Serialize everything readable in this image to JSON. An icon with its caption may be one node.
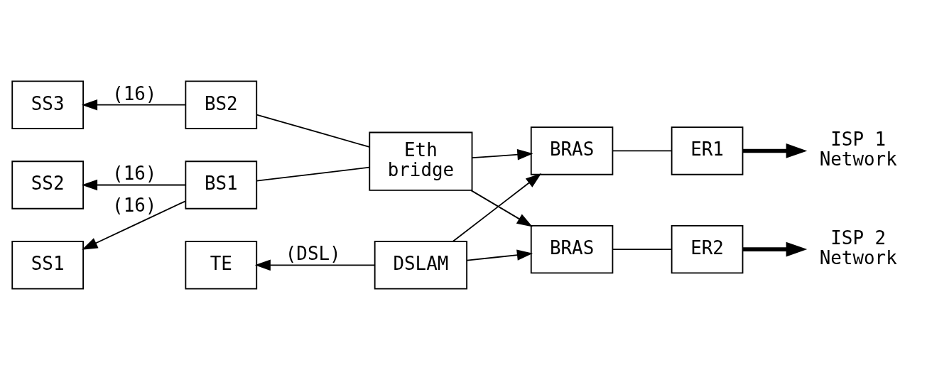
{
  "diagram": {
    "nodes": [
      {
        "text": [
          "SS1"
        ]
      },
      {
        "text": [
          "SS2"
        ]
      },
      {
        "text": [
          "BS1"
        ]
      },
      {
        "text": [
          "Eth",
          "bridge"
        ]
      },
      {
        "text": [
          "BRAS"
        ]
      },
      {
        "text": [
          "ER1"
        ]
      },
      {
        "text": [
          "Network"
        ],
        "beside": [
          "ISP 1"
        ]
      },
      {
        "text": [
          "BRAS"
        ]
      },
      {
        "text": [
          "ER2"
        ]
      },
      {
        "text": [
          "Network"
        ],
        "beside": [
          "ISP 2"
        ]
      },
      {
        "text": [
          "SS3"
        ]
      },
      {
        "text": [
          "BS2"
        ]
      },
      {
        "text": [
          "TE"
        ]
      },
      {
        "text": [
          "DSLAM"
        ]
      }
    ],
    "edges": [
      {
        "from": 2,
        "to": 0,
        "arrow": "to",
        "label": "(16)"
      },
      {
        "from": 2,
        "to": 1,
        "arrow": "to",
        "label": "(16)"
      },
      {
        "from": 2,
        "to": 3,
        "arrow": "none"
      },
      {
        "from": 3,
        "to": 4,
        "arrow": "to"
      },
      {
        "from": 3,
        "to": 7,
        "arrow": "to"
      },
      {
        "from": 4,
        "to": 5,
        "arrow": "none"
      },
      {
        "from": 5,
        "to": 6,
        "arrow": "to",
        "style": "thick"
      },
      {
        "from": 7,
        "to": 8,
        "arrow": "none"
      },
      {
        "from": 8,
        "to": 9,
        "arrow": "to",
        "style": "thick"
      },
      {
        "from": 11,
        "to": 10,
        "arrow": "to",
        "label": "(16)"
      },
      {
        "from": 11,
        "to": 3,
        "arrow": "none"
      },
      {
        "from": 13,
        "to": 12,
        "arrow": "to",
        "label": "(DSL)"
      },
      {
        "from": 13,
        "to": 4,
        "arrow": "to"
      },
      {
        "from": 13,
        "to": 7,
        "arrow": "to"
      }
    ]
  }
}
